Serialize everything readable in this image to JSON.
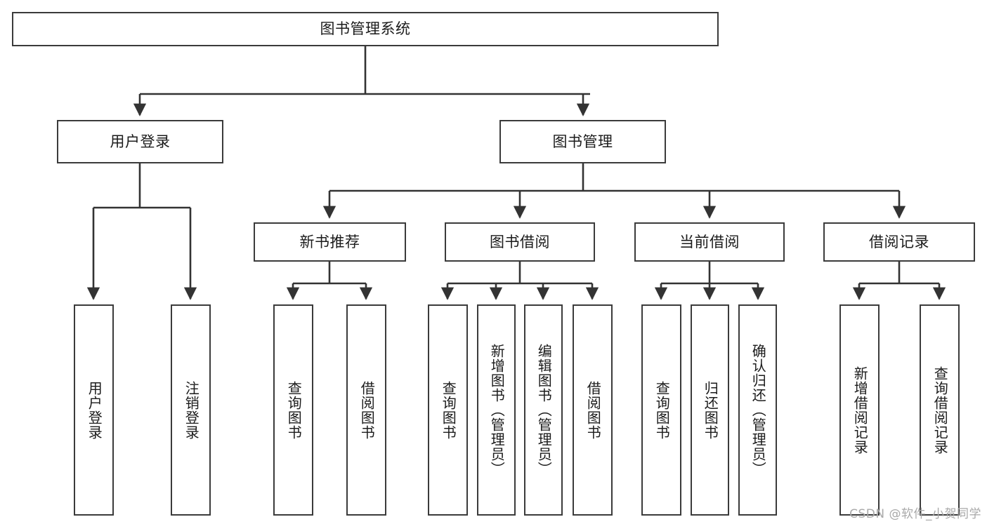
{
  "diagram": {
    "type": "tree",
    "title": "图书管理系统",
    "style": {
      "box_stroke": "#3b3b3b",
      "box_fill": "#ffffff",
      "edge_stroke": "#333333",
      "text_color": "#1a1a1a",
      "background": "#ffffff"
    },
    "nodes": {
      "root": {
        "label": "图书管理系统",
        "orientation": "horizontal"
      },
      "l2": [
        {
          "label": "用户登录",
          "orientation": "horizontal"
        },
        {
          "label": "图书管理",
          "orientation": "horizontal"
        }
      ],
      "l3": [
        {
          "label": "新书推荐",
          "orientation": "horizontal"
        },
        {
          "label": "图书借阅",
          "orientation": "horizontal"
        },
        {
          "label": "当前借阅",
          "orientation": "horizontal"
        },
        {
          "label": "借阅记录",
          "orientation": "horizontal"
        }
      ],
      "leaves_user_login": [
        {
          "label": "用户登录",
          "orientation": "vertical"
        },
        {
          "label": "注销登录",
          "orientation": "vertical"
        }
      ],
      "leaves_new_book": [
        {
          "label": "查询图书",
          "orientation": "vertical"
        },
        {
          "label": "借阅图书",
          "orientation": "vertical"
        }
      ],
      "leaves_borrow": [
        {
          "label": "查询图书",
          "orientation": "vertical"
        },
        {
          "label": "新增图书（管理员）",
          "orientation": "vertical"
        },
        {
          "label": "编辑图书（管理员）",
          "orientation": "vertical"
        },
        {
          "label": "借阅图书",
          "orientation": "vertical"
        }
      ],
      "leaves_current": [
        {
          "label": "查询图书",
          "orientation": "vertical"
        },
        {
          "label": "归还图书",
          "orientation": "vertical"
        },
        {
          "label": "确认归还（管理员）",
          "orientation": "vertical"
        }
      ],
      "leaves_records": [
        {
          "label": "新增借阅记录",
          "orientation": "vertical"
        },
        {
          "label": "查询借阅记录",
          "orientation": "vertical"
        }
      ]
    },
    "watermark": "CSDN @软件_小贺同学"
  }
}
